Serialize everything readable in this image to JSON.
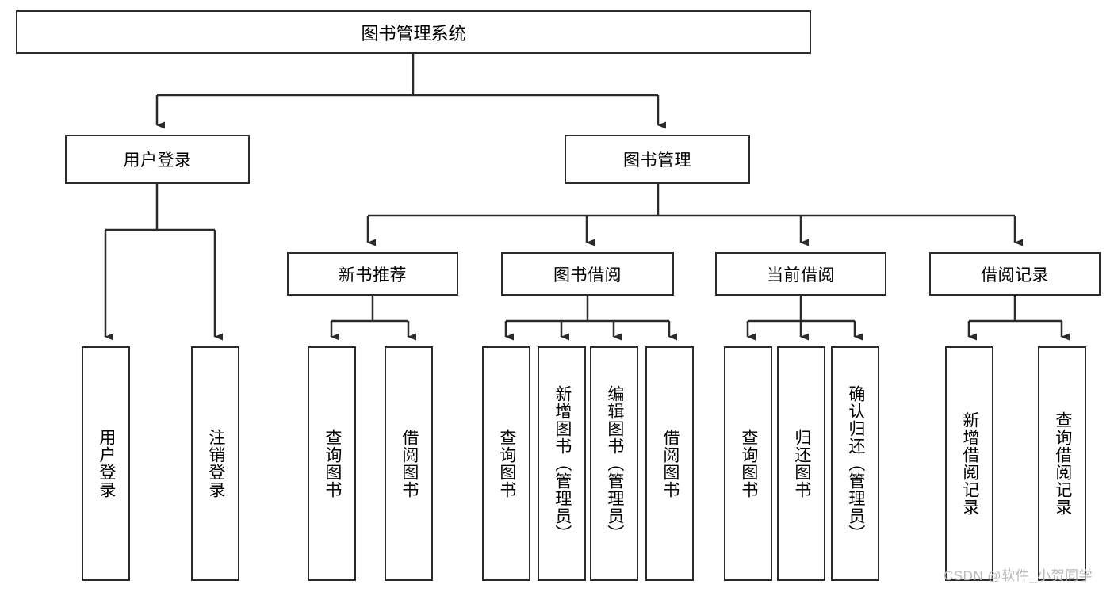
{
  "diagram": {
    "type": "tree-hierarchy",
    "title": "图书管理系统",
    "root": {
      "label": "图书管理系统"
    },
    "level2": [
      {
        "label": "用户登录"
      },
      {
        "label": "图书管理"
      }
    ],
    "level3": [
      {
        "label": "新书推荐"
      },
      {
        "label": "图书借阅"
      },
      {
        "label": "当前借阅"
      },
      {
        "label": "借阅记录"
      }
    ],
    "leaves": {
      "user_login": [
        {
          "label": "用户登录"
        },
        {
          "label": "注销登录"
        }
      ],
      "new_book_recommend": [
        {
          "label": "查询图书"
        },
        {
          "label": "借阅图书"
        }
      ],
      "book_borrow": [
        {
          "label": "查询图书"
        },
        {
          "label": "新增图书（管理员）"
        },
        {
          "label": "编辑图书（管理员）"
        },
        {
          "label": "借阅图书"
        }
      ],
      "current_borrow": [
        {
          "label": "查询图书"
        },
        {
          "label": "归还图书"
        },
        {
          "label": "确认归还（管理员）"
        }
      ],
      "borrow_record": [
        {
          "label": "新增借阅记录"
        },
        {
          "label": "查询借阅记录"
        }
      ]
    }
  },
  "watermark": {
    "text": "CSDN @软件_小贺同学"
  },
  "colors": {
    "stroke": "#2b2b2b",
    "background": "#ffffff",
    "text": "#000000",
    "watermark": "#b9b9b9"
  }
}
